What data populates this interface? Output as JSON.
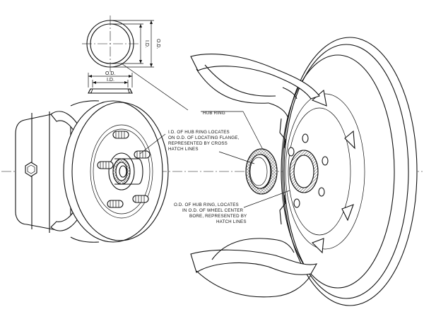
{
  "labels": {
    "hub_ring": "HUB RING",
    "od": "O.D.",
    "id": "I.D.",
    "id_note": [
      "I.D. OF HUB RING LOCATES",
      "ON O.D. OF LOCATING FLANGE,",
      "REPRESENTED BY CROSS",
      "HATCH LINES"
    ],
    "od_note": [
      "O.D. OF HUB RING, LOCATES",
      "IN O.D. OF WHEEL CENTER",
      "BORE, REPRESENTED BY",
      "HATCH LINES"
    ]
  },
  "colors": {
    "line": "#111111",
    "background": "#ffffff"
  }
}
